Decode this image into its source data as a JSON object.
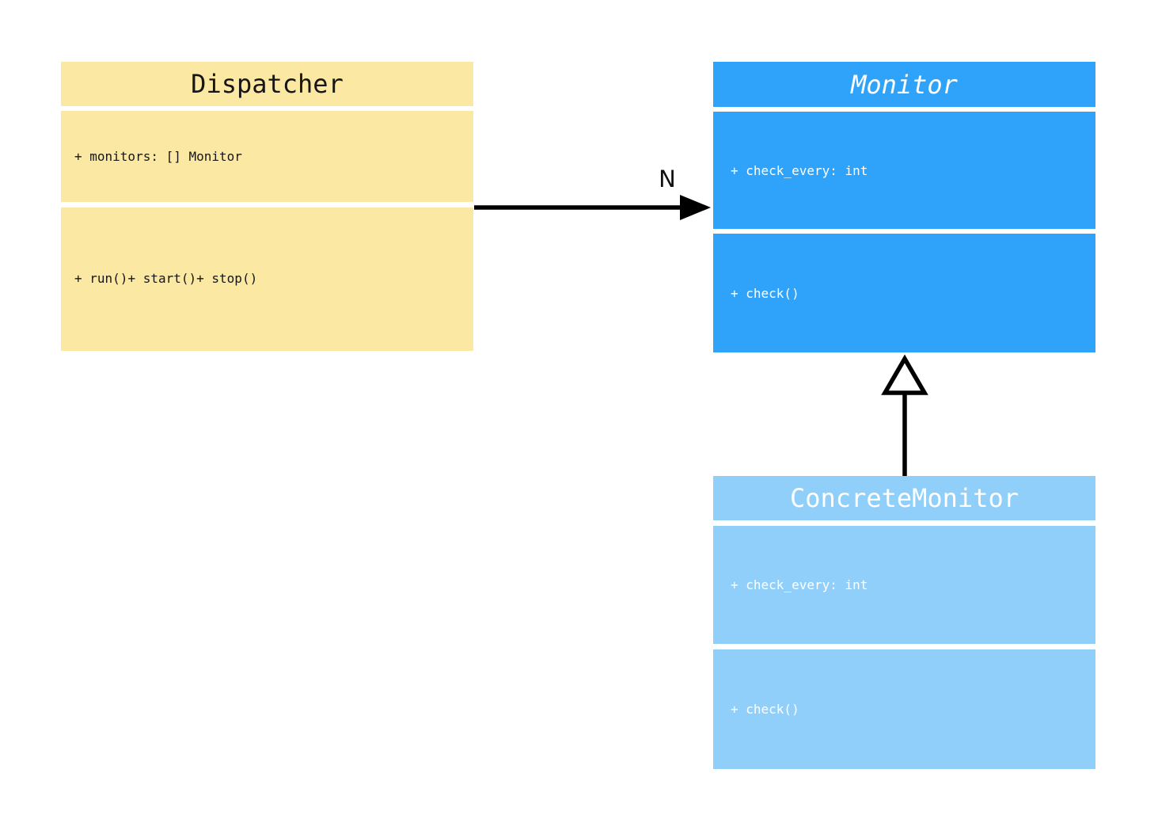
{
  "diagram": {
    "type": "uml-class-diagram",
    "background": "#FFFFFF",
    "line_color": "#000000",
    "classes": [
      {
        "name": "Dispatcher",
        "attributes": [
          "+ monitors: [] Monitor"
        ],
        "methods": [
          "+ run()",
          "+ start()",
          "+ stop()"
        ],
        "fill": "#FBE8A2",
        "text_color": "#161616",
        "italic_title": false
      },
      {
        "name": "Monitor",
        "attributes": [
          "+ check_every: int"
        ],
        "methods": [
          "+ check()"
        ],
        "fill": "#2FA3F9",
        "text_color": "#FFFFFF",
        "italic_title": true
      },
      {
        "name": "ConcreteMonitor",
        "attributes": [
          "+ check_every: int"
        ],
        "methods": [
          "+ check()"
        ],
        "fill": "#90CFFA",
        "text_color": "#FFFFFF",
        "italic_title": false
      }
    ],
    "relations": [
      {
        "type": "association",
        "from": "Dispatcher",
        "to": "Monitor",
        "label": "N",
        "arrowhead": "filled-triangle"
      },
      {
        "type": "inheritance",
        "from": "ConcreteMonitor",
        "to": "Monitor",
        "arrowhead": "hollow-triangle"
      }
    ]
  }
}
